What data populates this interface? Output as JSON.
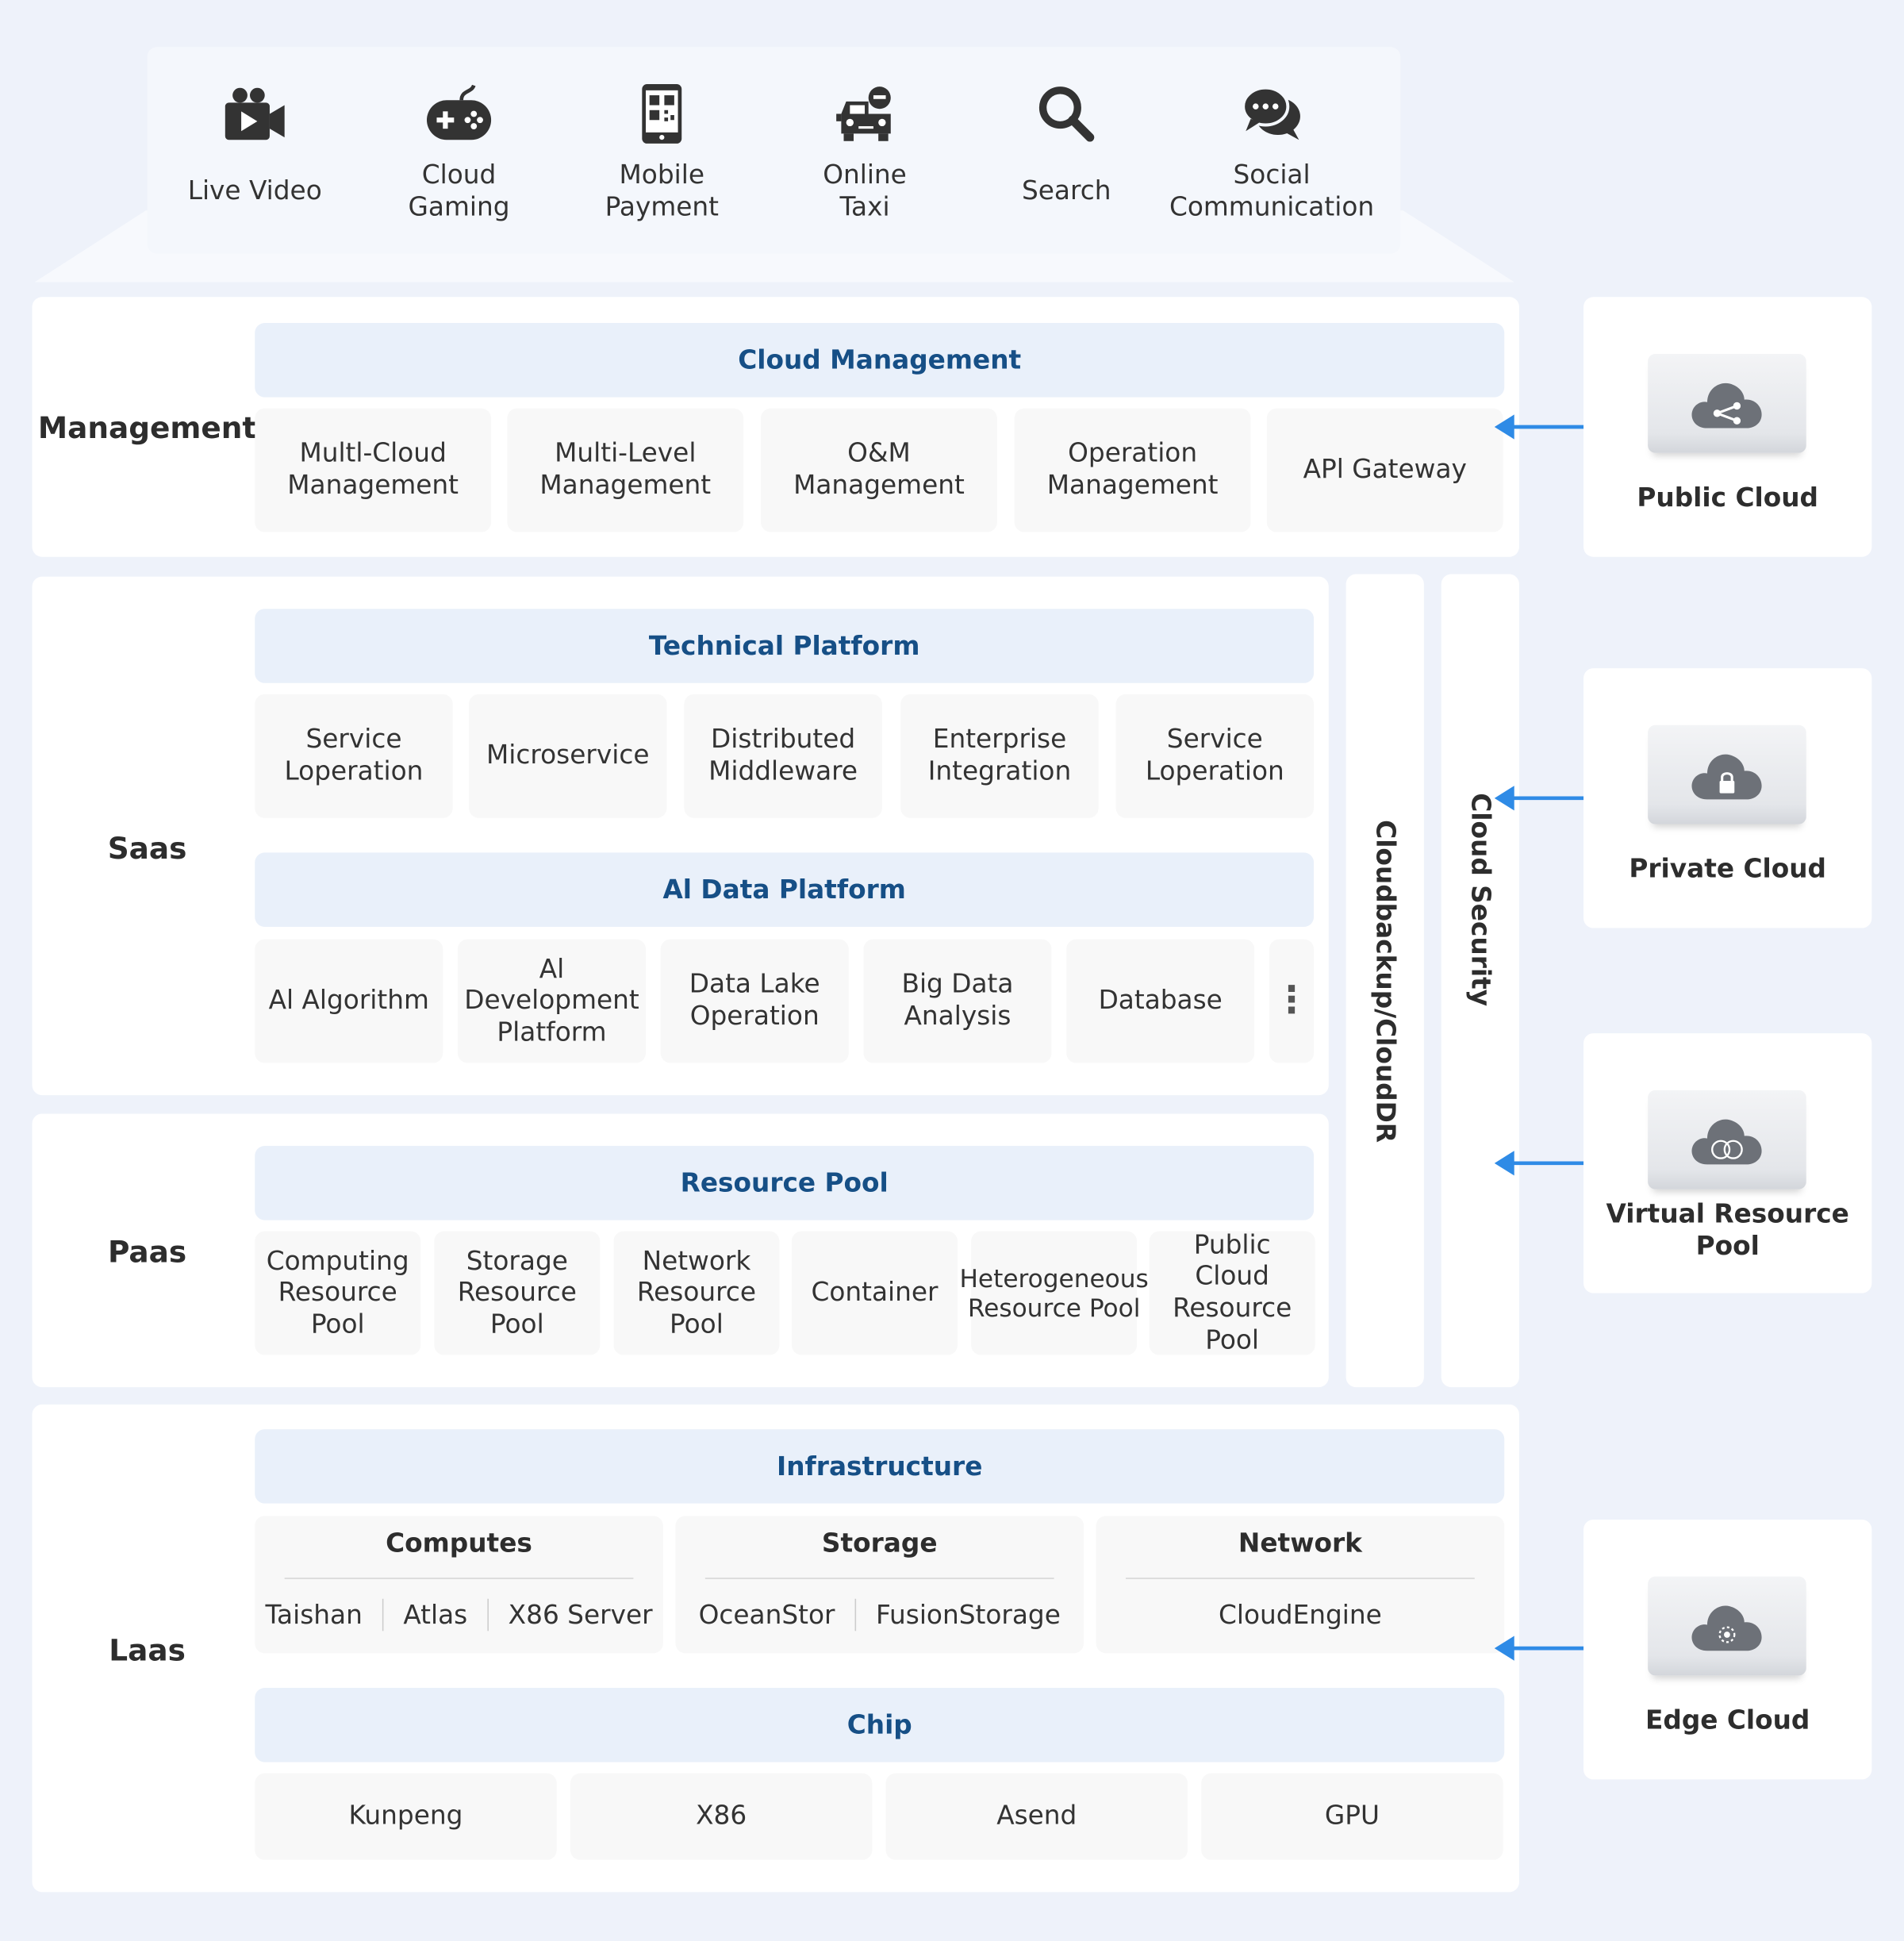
{
  "apps": [
    {
      "label": "Live Video",
      "icon": "video-camera-icon"
    },
    {
      "label": "Cloud Gaming",
      "icon": "gamepad-icon"
    },
    {
      "label": "Mobile Payment",
      "icon": "mobile-qr-icon"
    },
    {
      "label": "Online Taxi",
      "icon": "taxi-icon"
    },
    {
      "label": "Search",
      "icon": "search-icon"
    },
    {
      "label": "Social Communication",
      "icon": "chat-bubbles-icon"
    }
  ],
  "management": {
    "label": "Management",
    "header": "Cloud Management",
    "items": [
      "Multl-Cloud Management",
      "Multi-Level Management",
      "O&M Management",
      "Operation Management",
      "APl Gateway"
    ]
  },
  "saas": {
    "label": "Saas",
    "technical_header": "Technical Platform",
    "technical_items": [
      "Service Loperation",
      "Microservice",
      "Distributed Middleware",
      "Enterprise Integration",
      "Service Loperation"
    ],
    "ai_header": "Al Data Platform",
    "ai_items": [
      "Al Algorithm",
      "Al Development Platform",
      "Data Lake Operation",
      "Big Data Analysis",
      "Database"
    ],
    "more": "⋮"
  },
  "paas": {
    "label": "Paas",
    "header": "Resource Pool",
    "items": [
      "Computing Resource Pool",
      "Storage Resource Pool",
      "Network Resource Pool",
      "Container",
      "Heterogeneous Resource Pool",
      "Public Cloud Resource Pool"
    ]
  },
  "side_bars": {
    "backup": "Cloudbackup/CloudDR",
    "security": "Cloud Security"
  },
  "laas": {
    "label": "Laas",
    "infra_header": "Infrastructure",
    "groups": [
      {
        "title": "Computes",
        "items": [
          "Taishan",
          "Atlas",
          "X86 Server"
        ]
      },
      {
        "title": "Storage",
        "items": [
          "OceanStor",
          "FusionStorage"
        ]
      },
      {
        "title": "Network",
        "items": [
          "CloudEngine"
        ]
      }
    ],
    "chip_header": "Chip",
    "chip_items": [
      "Kunpeng",
      "X86",
      "Asend",
      "GPU"
    ]
  },
  "clouds": [
    {
      "name": "Public Cloud",
      "icon": "cloud-share-icon"
    },
    {
      "name": "Private Cloud",
      "icon": "cloud-lock-icon"
    },
    {
      "name": "Virtual Resource Pool",
      "icon": "cloud-rings-icon"
    },
    {
      "name": "Edge Cloud",
      "icon": "cloud-gear-icon"
    }
  ],
  "colors": {
    "background": "#eef2fa",
    "header_fill": "#e9f0fa",
    "header_text": "#164f86",
    "cell_fill": "#f8f8f8",
    "arrow": "#2f8be6",
    "icon": "#333333"
  }
}
